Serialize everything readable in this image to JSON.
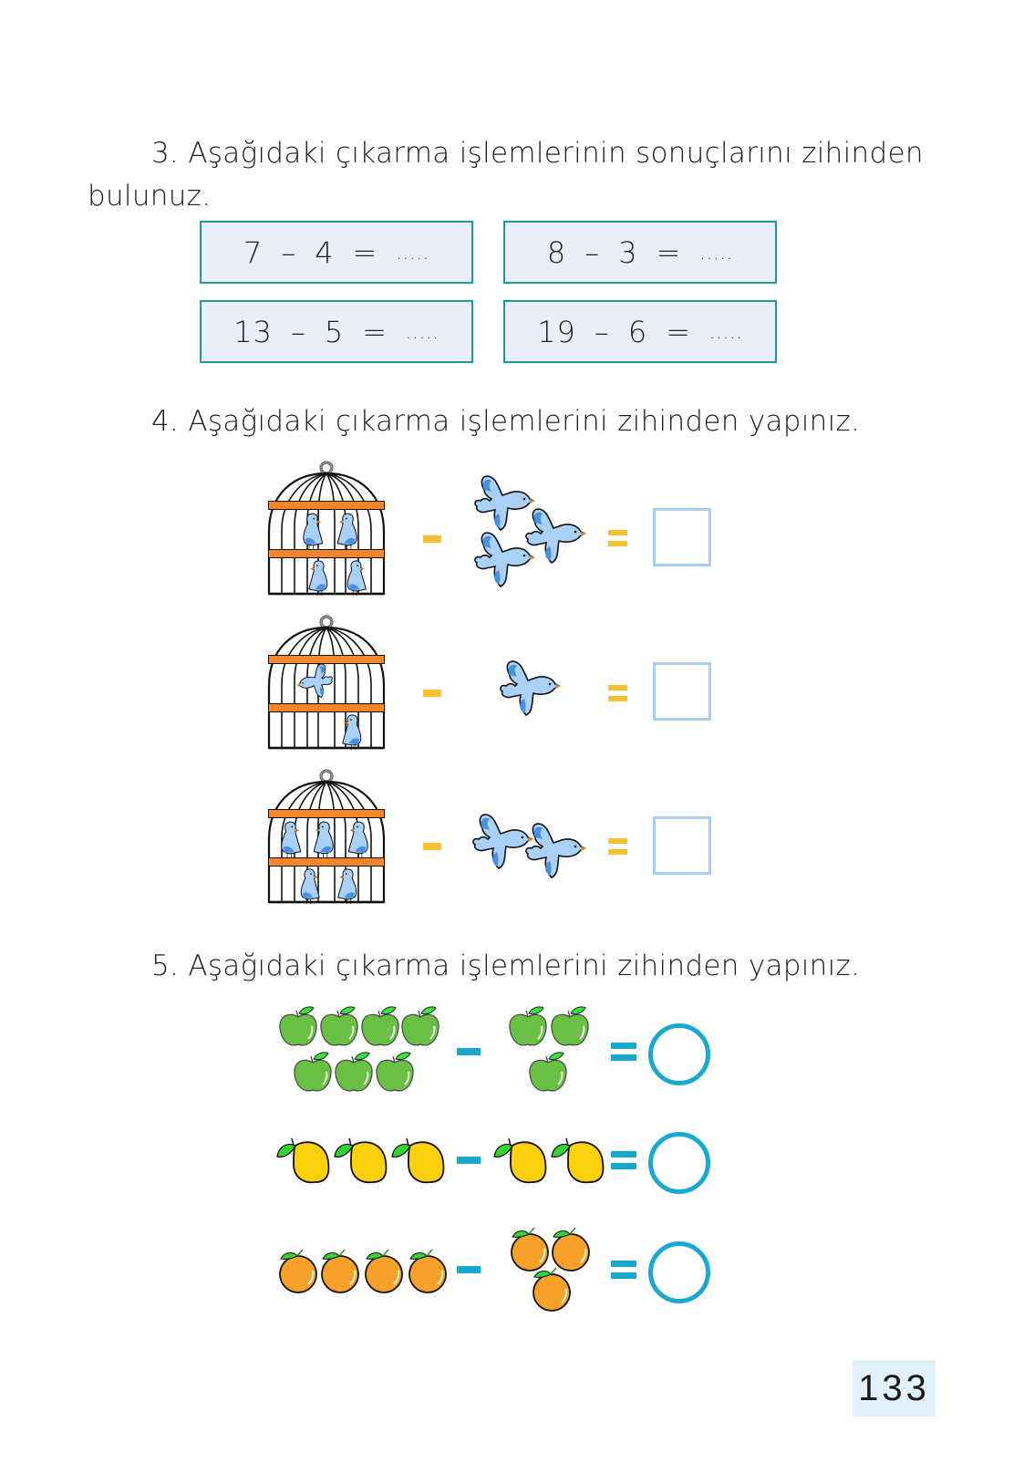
{
  "q3": {
    "heading_line1": "3. Aşağıdaki çıkarma işlemlerinin sonuçlarını zihinden",
    "heading_line2": "bulunuz.",
    "problems": [
      {
        "a": "7",
        "op": "–",
        "b": "4",
        "eq": "=",
        "blank": "....."
      },
      {
        "a": "8",
        "op": "–",
        "b": "3",
        "eq": "=",
        "blank": "....."
      },
      {
        "a": "13",
        "op": "–",
        "b": "5",
        "eq": "=",
        "blank": "....."
      },
      {
        "a": "19",
        "op": "–",
        "b": "6",
        "eq": "=",
        "blank": "....."
      }
    ],
    "box_fill": "#e9eef8",
    "box_border": "#1c9b97"
  },
  "q4": {
    "heading": "4. Aşağıdaki çıkarma işlemlerini zihinden yapınız.",
    "rows": [
      {
        "birds_in_cage": 4,
        "birds_flying": 3,
        "answer": ""
      },
      {
        "birds_in_cage": 2,
        "birds_flying": 1,
        "answer": ""
      },
      {
        "birds_in_cage": 5,
        "birds_flying": 2,
        "answer": ""
      }
    ],
    "operator_color": "#fbc02d",
    "answer_box_border": "#a9cdf3"
  },
  "q5": {
    "heading": "5. Aşağıdaki çıkarma işlemlerini zihinden yapınız.",
    "rows": [
      {
        "fruit": "apple",
        "left_count": 7,
        "right_count": 3,
        "answer": ""
      },
      {
        "fruit": "lemon",
        "left_count": 3,
        "right_count": 2,
        "answer": ""
      },
      {
        "fruit": "orange",
        "left_count": 4,
        "right_count": 3,
        "answer": ""
      }
    ],
    "operator_color": "#18a9d1"
  },
  "footer": {
    "page_number": "133"
  }
}
